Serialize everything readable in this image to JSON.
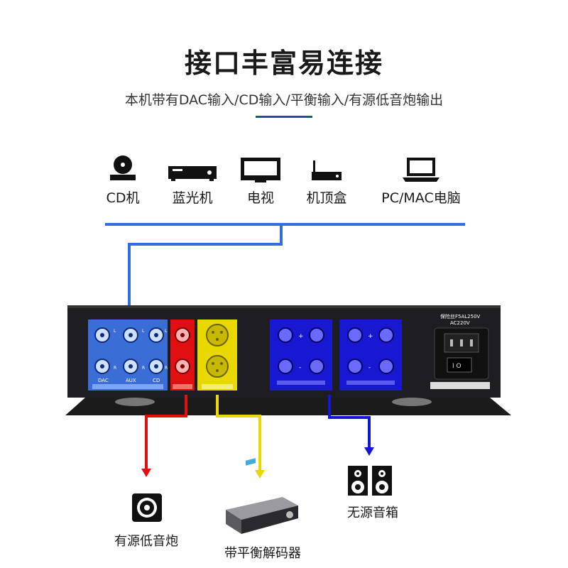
{
  "header": {
    "title": "接口丰富易连接",
    "subtitle": "本机带有DAC输入/CD输入/平衡输入/有源低音炮输出"
  },
  "sources": [
    {
      "label": "CD机",
      "icon": "cd-player-icon"
    },
    {
      "label": "蓝光机",
      "icon": "bluray-player-icon"
    },
    {
      "label": "电视",
      "icon": "tv-icon"
    },
    {
      "label": "机顶盒",
      "icon": "set-top-box-icon"
    },
    {
      "label": "PC/MAC电脑",
      "icon": "laptop-icon"
    }
  ],
  "panel": {
    "rca_labels": [
      "L",
      "L",
      "L",
      "R",
      "R",
      "R"
    ],
    "input_labels": [
      "DAC",
      "AUX",
      "CD"
    ],
    "speaker_signs": [
      "+",
      "-"
    ],
    "power_label_1": "保险丝F5AL250V",
    "power_label_2": "AC220V"
  },
  "outputs": {
    "subwoofer": "有源低音炮",
    "dac": "带平衡解码器",
    "speakers": "无源音箱"
  },
  "colors": {
    "accent_blue": "#2f6fdf",
    "red": "#e01010",
    "yellow": "#e8d800",
    "dark_blue": "#1515d8"
  }
}
